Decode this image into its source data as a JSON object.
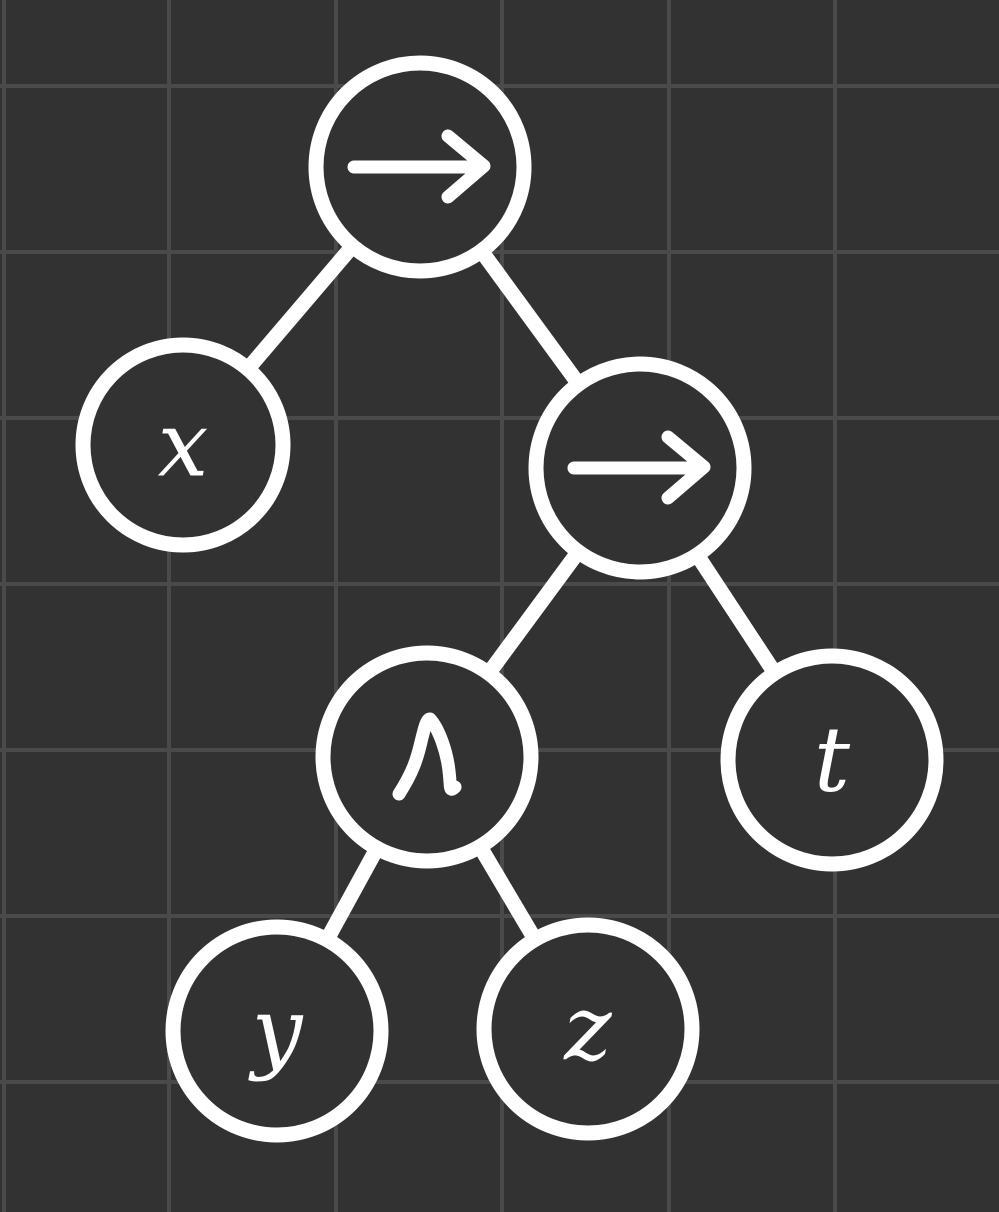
{
  "diagram": {
    "background_color": "#323232",
    "grid_color": "#4a4a4a",
    "stroke_color": "#ffffff",
    "nodes": [
      {
        "id": "root",
        "symbol": "→",
        "icon": "right-arrow-icon"
      },
      {
        "id": "x",
        "symbol": "x"
      },
      {
        "id": "inner-implication",
        "symbol": "→",
        "icon": "right-arrow-icon"
      },
      {
        "id": "wedge",
        "symbol": "∧",
        "icon": "wedge-icon"
      },
      {
        "id": "t",
        "symbol": "t"
      },
      {
        "id": "y",
        "symbol": "y"
      },
      {
        "id": "z",
        "symbol": "z"
      }
    ],
    "edges": [
      {
        "from": "root",
        "to": "x"
      },
      {
        "from": "root",
        "to": "inner-implication"
      },
      {
        "from": "inner-implication",
        "to": "wedge"
      },
      {
        "from": "inner-implication",
        "to": "t"
      },
      {
        "from": "wedge",
        "to": "y"
      },
      {
        "from": "wedge",
        "to": "z"
      }
    ]
  }
}
